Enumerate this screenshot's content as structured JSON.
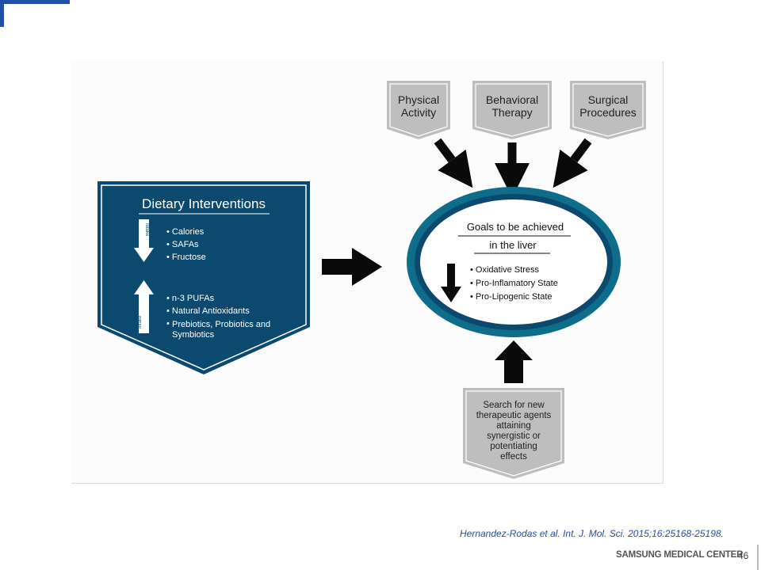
{
  "diagram": {
    "dietary": {
      "title": "Dietary Interventions",
      "decrease_label": "Intake",
      "decrease_items": [
        "• Calories",
        "• SAFAs",
        "• Fructose"
      ],
      "increase_label": "Intake",
      "increase_items": [
        "• n-3 PUFAs",
        "• Natural Antioxidants",
        "Prebiotics, Probiotics and",
        "Symbiotics"
      ]
    },
    "top_boxes": [
      {
        "line1": "Physical",
        "line2": "Activity"
      },
      {
        "line1": "Behavioral",
        "line2": "Therapy"
      },
      {
        "line1": "Surgical",
        "line2": "Procedures"
      }
    ],
    "goals": {
      "title_line1": "Goals to be achieved",
      "title_line2": "in the liver",
      "items": [
        "• Oxidative Stress",
        "• Pro-Inflamatory State",
        "• Pro-Lipogenic State"
      ]
    },
    "search_box": {
      "lines": [
        "Search for new",
        "therapeutic agents",
        "attaining",
        "synergistic or",
        "potentiating",
        "effects"
      ]
    }
  },
  "footer": {
    "citation": "Hernandez-Rodas  et al. Int. J. Mol. Sci. 2015;16:25168-25198.",
    "brand": "SAMSUNG MEDICAL CENTER",
    "page_number": "46"
  },
  "colors": {
    "navy": "#0b4a6e",
    "teal_ring": "#0f6d8c",
    "gray_box": "#bebebe",
    "accent_blue": "#1f4fa8"
  }
}
